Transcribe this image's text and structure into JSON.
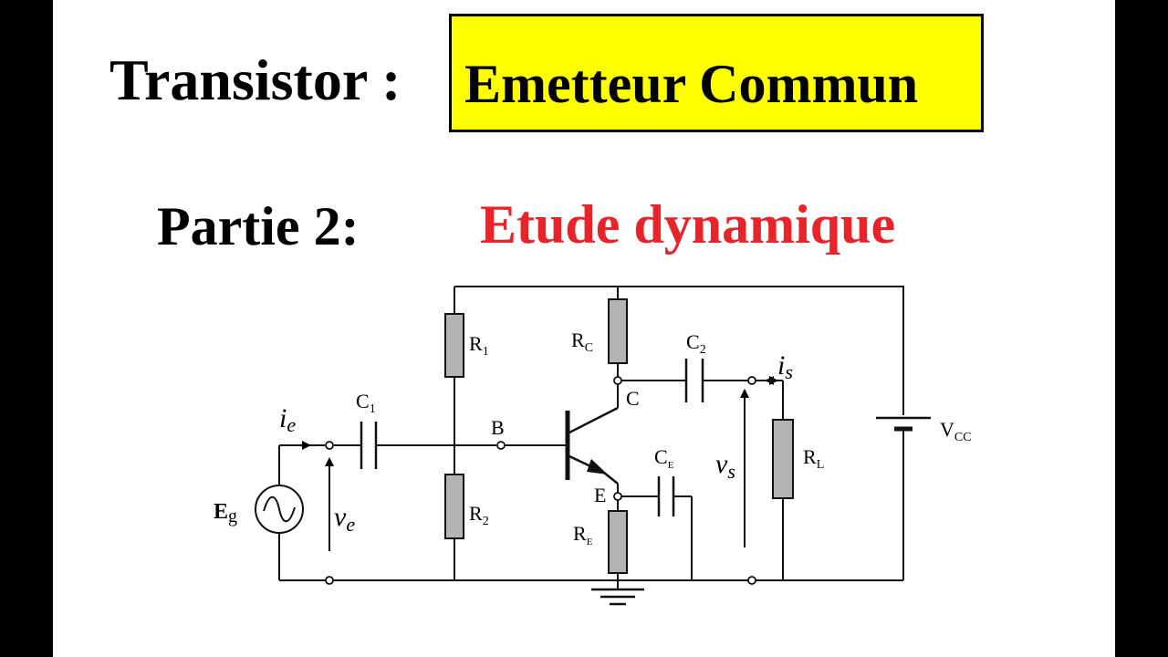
{
  "title": {
    "prefix": "Transistor :",
    "highlight": "Emetteur Commun",
    "highlight_bg": "#ffff00"
  },
  "subtitle": {
    "part": "Partie 2:",
    "topic": "Etude dynamique",
    "topic_color": "#e8232a"
  },
  "circuit": {
    "labels": {
      "r1": "R",
      "r1_sub": "1",
      "r2": "R",
      "r2_sub": "2",
      "rc": "R",
      "rc_sub": "C",
      "re": "R",
      "re_sub": "E",
      "rl": "R",
      "rl_sub": "L",
      "c1": "C",
      "c1_sub": "1",
      "c2": "C",
      "c2_sub": "2",
      "ce": "C",
      "ce_sub": "E",
      "vcc": "V",
      "vcc_sub": "CC",
      "eg": "E",
      "eg_sub": "g",
      "node_b": "B",
      "node_c": "C",
      "node_e": "E",
      "ie": "i",
      "ie_sub": "e",
      "is": "i",
      "is_sub": "s",
      "ve": "v",
      "ve_sub": "e",
      "vs": "v",
      "vs_sub": "s"
    }
  }
}
